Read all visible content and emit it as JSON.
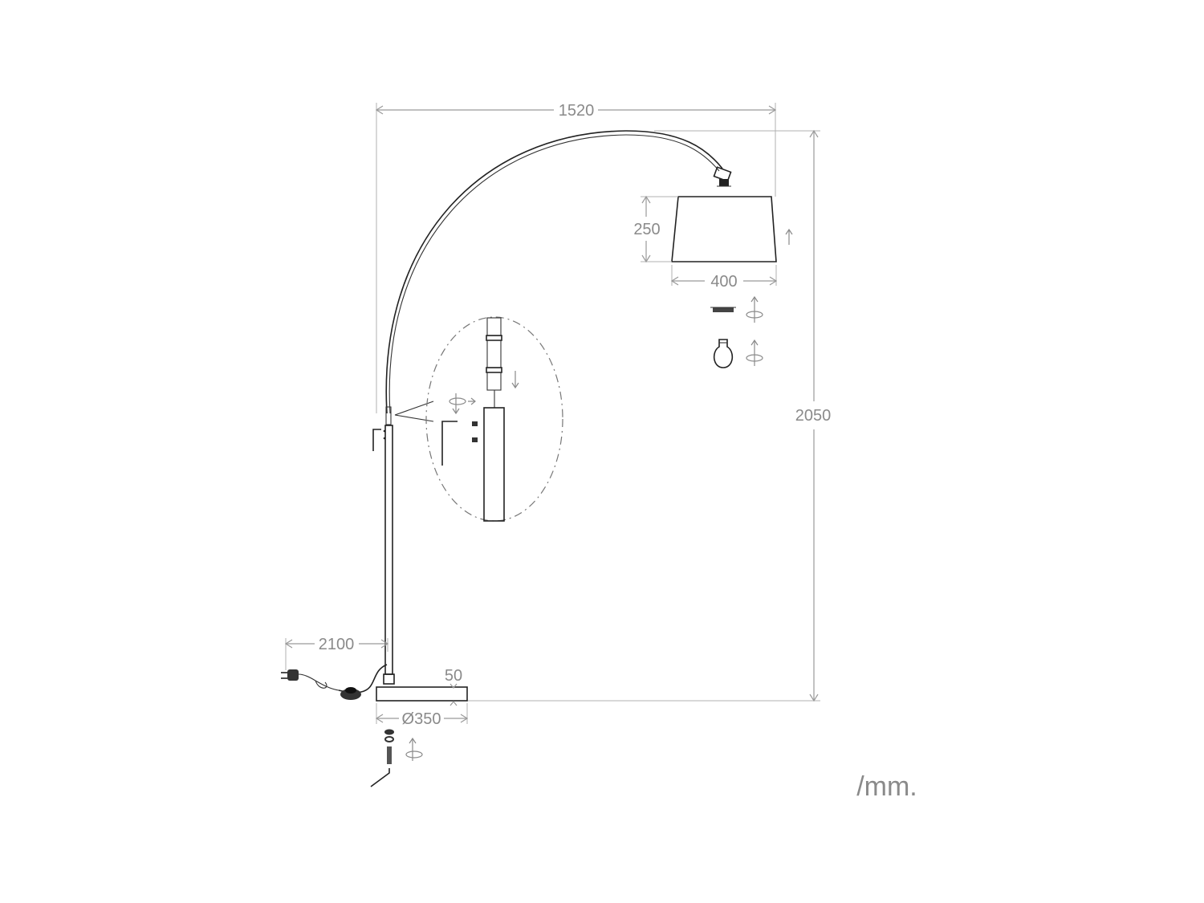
{
  "dimensions": {
    "width_total": "1520",
    "height_total": "2050",
    "shade_height": "250",
    "shade_width": "400",
    "cable_length": "2100",
    "base_height": "50",
    "base_diameter": "Ø350"
  },
  "unit": "/mm.",
  "colors": {
    "drawing": "#222222",
    "dimension": "#8a8a8a"
  },
  "icons": [
    "rotate-arrow-icon",
    "wrench-icon",
    "screw-icon",
    "bulb-icon",
    "plug-icon",
    "foot-switch-icon"
  ]
}
